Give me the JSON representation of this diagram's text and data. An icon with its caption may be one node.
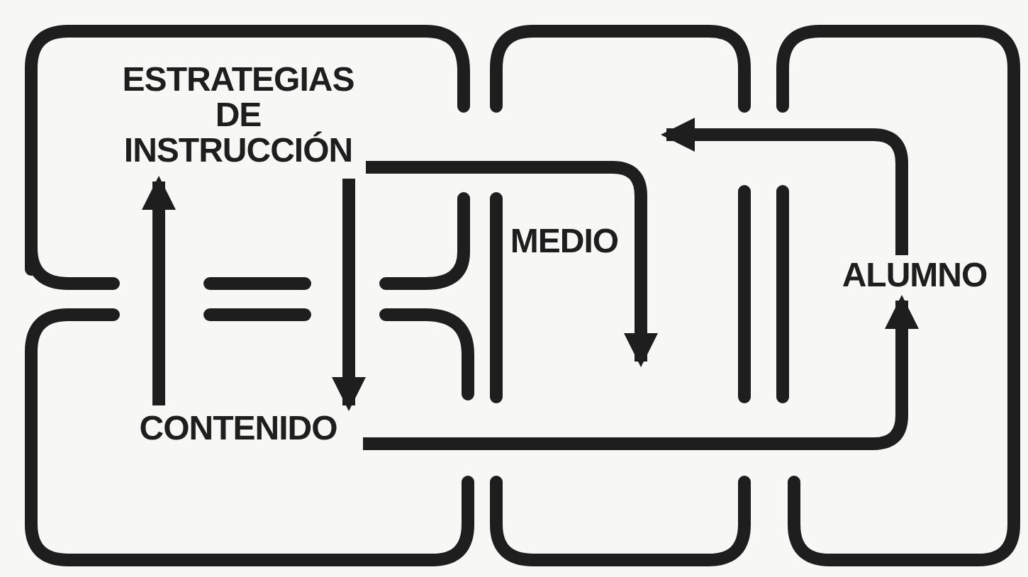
{
  "diagram": {
    "nodes": [
      {
        "text": [
          "ESTRATEGIAS DE INSTRUCCIÓN"
        ]
      },
      {
        "text": [
          "CONTENIDO"
        ]
      },
      {
        "text": [
          "MEDIO"
        ]
      },
      {
        "text": [
          "ALUMNO"
        ]
      }
    ],
    "edges": [
      {
        "from": 1,
        "to": 0,
        "arrow": "to"
      },
      {
        "from": 0,
        "to": 1,
        "arrow": "to"
      },
      {
        "from": 0,
        "to": 2,
        "arrow": "to"
      },
      {
        "from": 1,
        "to": 3,
        "arrow": "to"
      },
      {
        "from": 3,
        "to": 2,
        "arrow": "to"
      }
    ]
  }
}
